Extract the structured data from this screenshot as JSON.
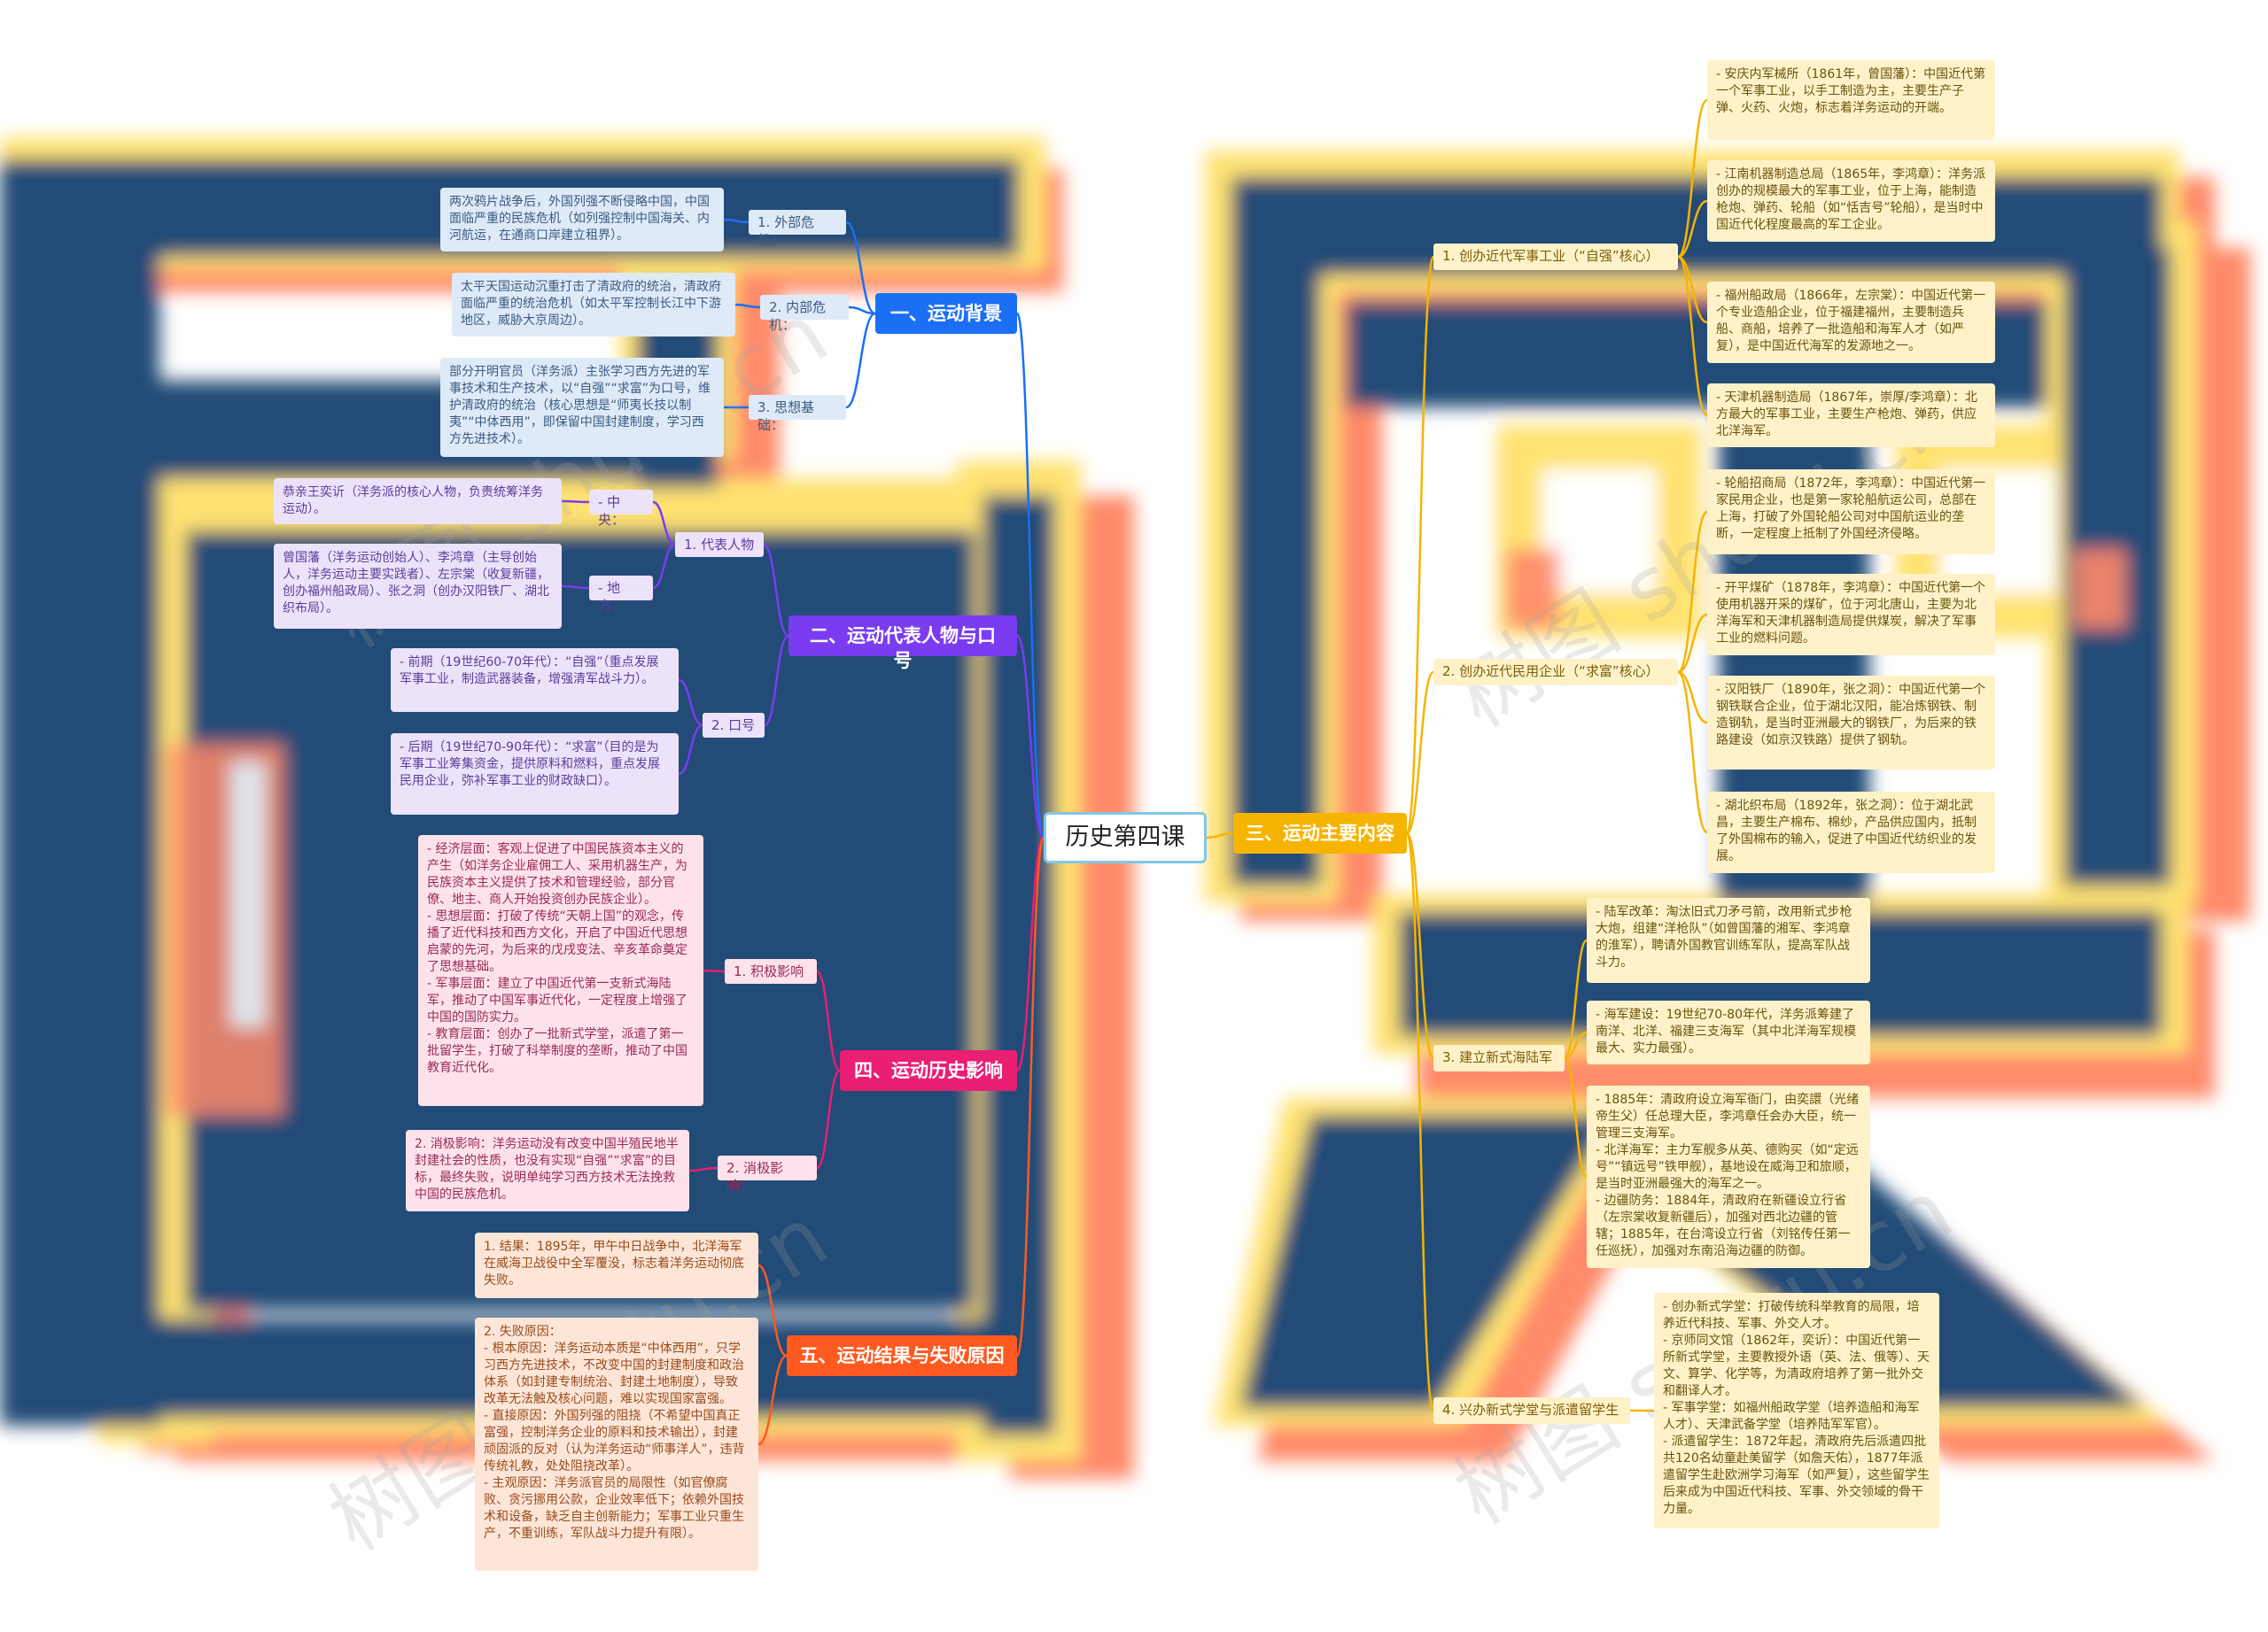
{
  "colors": {
    "root_border": "#7fc8e8",
    "blue": "#1b6ff5",
    "purple": "#7a3cf0",
    "pink": "#ea1e73",
    "orange": "#ff5a1f",
    "gold": "#f6b400",
    "bg_navy": "#244c77",
    "bg_yellow": "#ffe271",
    "bg_salmon": "#ff8a6a"
  },
  "root": "历史第四课",
  "watermarks": [
    "树图 shutu.cn",
    "树图 shutu.cn",
    "树图 shutu.cn",
    "树图 shutu.cn"
  ],
  "branches": {
    "b1": {
      "title": "一、运动背景",
      "subs": [
        {
          "label": "1. 外部危机：",
          "text": "两次鸦片战争后，外国列强不断侵略中国，中国面临严重的民族危机（如列强控制中国海关、内河航运，在通商口岸建立租界）。"
        },
        {
          "label": "2. 内部危机：",
          "text": "太平天国运动沉重打击了清政府的统治，清政府面临严重的统治危机（如太平军控制长江中下游地区，威胁大京周边）。"
        },
        {
          "label": "3. 思想基础：",
          "text": "部分开明官员（洋务派）主张学习西方先进的军事技术和生产技术，以“自强”“求富”为口号，维护清政府的统治（核心思想是“师夷长技以制夷”“中体西用”，即保留中国封建制度，学习西方先进技术）。"
        }
      ]
    },
    "b2": {
      "title": "二、运动代表人物与口号",
      "sub1": {
        "label": "1. 代表人物",
        "children": [
          {
            "label": "- 中央：",
            "text": "恭亲王奕䜣（洋务派的核心人物，负责统筹洋务运动）。"
          },
          {
            "label": "- 地方：",
            "text": "曾国藩（洋务运动创始人）、李鸿章（主导创始人，洋务运动主要实践者）、左宗棠（收复新疆，创办福州船政局）、张之洞（创办汉阳铁厂、湖北织布局）。"
          }
        ]
      },
      "sub2": {
        "label": "2. 口号",
        "children": [
          {
            "text": "- 前期（19世纪60-70年代）：“自强”（重点发展军事工业，制造武器装备，增强清军战斗力）。"
          },
          {
            "text": "- 后期（19世纪70-90年代）：“求富”（目的是为军事工业筹集资金，提供原料和燃料，重点发展民用企业，弥补军事工业的财政缺口）。"
          }
        ]
      }
    },
    "b3": {
      "title": "三、运动主要内容",
      "subs": [
        {
          "label": "1. 创办近代军事工业（“自强”核心）",
          "children": [
            "- 安庆内军械所（1861年，曾国藩）：中国近代第一个军事工业，以手工制造为主，主要生产子弹、火药、火炮，标志着洋务运动的开端。",
            "- 江南机器制造总局（1865年，李鸿章）：洋务派创办的规模最大的军事工业，位于上海，能制造枪炮、弹药、轮船（如“恬吉号”轮船），是当时中国近代化程度最高的军工企业。",
            "- 福州船政局（1866年，左宗棠）：中国近代第一个专业造船企业，位于福建福州，主要制造兵船、商船，培养了一批造船和海军人才（如严复），是中国近代海军的发源地之一。",
            "- 天津机器制造局（1867年，崇厚/李鸿章）：北方最大的军事工业，主要生产枪炮、弹药，供应北洋海军。"
          ]
        },
        {
          "label": "2. 创办近代民用企业（“求富”核心）",
          "children": [
            "- 轮船招商局（1872年，李鸿章）：中国近代第一家民用企业，也是第一家轮船航运公司，总部在上海，打破了外国轮船公司对中国航运业的垄断，一定程度上抵制了外国经济侵略。",
            "- 开平煤矿（1878年，李鸿章）：中国近代第一个使用机器开采的煤矿，位于河北唐山，主要为北洋海军和天津机器制造局提供煤炭，解决了军事工业的燃料问题。",
            "- 汉阳铁厂（1890年，张之洞）：中国近代第一个钢铁联合企业，位于湖北汉阳，能冶炼钢铁、制造钢轨，是当时亚洲最大的钢铁厂，为后来的铁路建设（如京汉铁路）提供了钢轨。",
            "- 湖北织布局（1892年，张之洞）：位于湖北武昌，主要生产棉布、棉纱，产品供应国内，抵制了外国棉布的输入，促进了中国近代纺织业的发展。"
          ]
        },
        {
          "label": "3. 建立新式海陆军",
          "children": [
            "- 陆军改革：淘汰旧式刀矛弓箭，改用新式步枪大炮，组建“洋枪队”（如曾国藩的湘军、李鸿章的淮军），聘请外国教官训练军队，提高军队战斗力。",
            "- 海军建设：19世纪70-80年代，洋务派筹建了南洋、北洋、福建三支海军（其中北洋海军规模最大、实力最强）。",
            "- 1885年：清政府设立海军衙门，由奕譞（光绪帝生父）任总理大臣，李鸿章任会办大臣，统一管理三支海军。\n- 北洋海军：主力军舰多从英、德购买（如“定远号”“镇远号”铁甲舰），基地设在威海卫和旅顺，是当时亚洲最强大的海军之一。\n- 边疆防务：1884年，清政府在新疆设立行省（左宗棠收复新疆后），加强对西北边疆的管辖；1885年，在台湾设立行省（刘铭传任第一任巡抚），加强对东南沿海边疆的防御。"
          ]
        },
        {
          "label": "4. 兴办新式学堂与派遣留学生",
          "children": [
            "- 创办新式学堂：打破传统科举教育的局限，培养近代科技、军事、外交人才。\n- 京师同文馆（1862年，奕䜣）：中国近代第一所新式学堂，主要教授外语（英、法、俄等）、天文、算学、化学等，为清政府培养了第一批外交和翻译人才。\n- 军事学堂：如福州船政学堂（培养造船和海军人才）、天津武备学堂（培养陆军军官）。\n- 派遣留学生：1872年起，清政府先后派遣四批共120名幼童赴美留学（如詹天佑），1877年派遣留学生赴欧洲学习海军（如严复），这些留学生后来成为中国近代科技、军事、外交领域的骨干力量。"
          ]
        }
      ]
    },
    "b4": {
      "title": "四、运动历史影响",
      "subs": [
        {
          "label": "1. 积极影响",
          "text": "- 经济层面：客观上促进了中国民族资本主义的产生（如洋务企业雇佣工人、采用机器生产，为民族资本主义提供了技术和管理经验，部分官僚、地主、商人开始投资创办民族企业）。\n- 思想层面：打破了传统“天朝上国”的观念，传播了近代科技和西方文化，开启了中国近代思想启蒙的先河，为后来的戊戌变法、辛亥革命奠定了思想基础。\n- 军事层面：建立了中国近代第一支新式海陆军，推动了中国军事近代化，一定程度上增强了中国的国防实力。\n- 教育层面：创办了一批新式学堂，派遣了第一批留学生，打破了科举制度的垄断，推动了中国教育近代化。"
        },
        {
          "label": "2. 消极影响：",
          "text": "2. 消极影响：洋务运动没有改变中国半殖民地半封建社会的性质，也没有实现“自强”“求富”的目标，最终失败，说明单纯学习西方技术无法挽救中国的民族危机。"
        }
      ]
    },
    "b5": {
      "title": "五、运动结果与失败原因",
      "subs": [
        {
          "text": "1. 结果：1895年，甲午中日战争中，北洋海军在威海卫战役中全军覆没，标志着洋务运动彻底失败。"
        },
        {
          "text": "2. 失败原因：\n- 根本原因：洋务运动本质是“中体西用”，只学习西方先进技术，不改变中国的封建制度和政治体系（如封建专制统治、封建土地制度），导致改革无法触及核心问题，难以实现国家富强。\n- 直接原因：外国列强的阻挠（不希望中国真正富强，控制洋务企业的原料和技术输出），封建顽固派的反对（认为洋务运动“师事洋人”，违背传统礼教，处处阻挠改革）。\n- 主观原因：洋务派官员的局限性（如官僚腐败、贪污挪用公款，企业效率低下；依赖外国技术和设备，缺乏自主创新能力；军事工业只重生产，不重训练，军队战斗力提升有限）。"
        }
      ]
    }
  }
}
